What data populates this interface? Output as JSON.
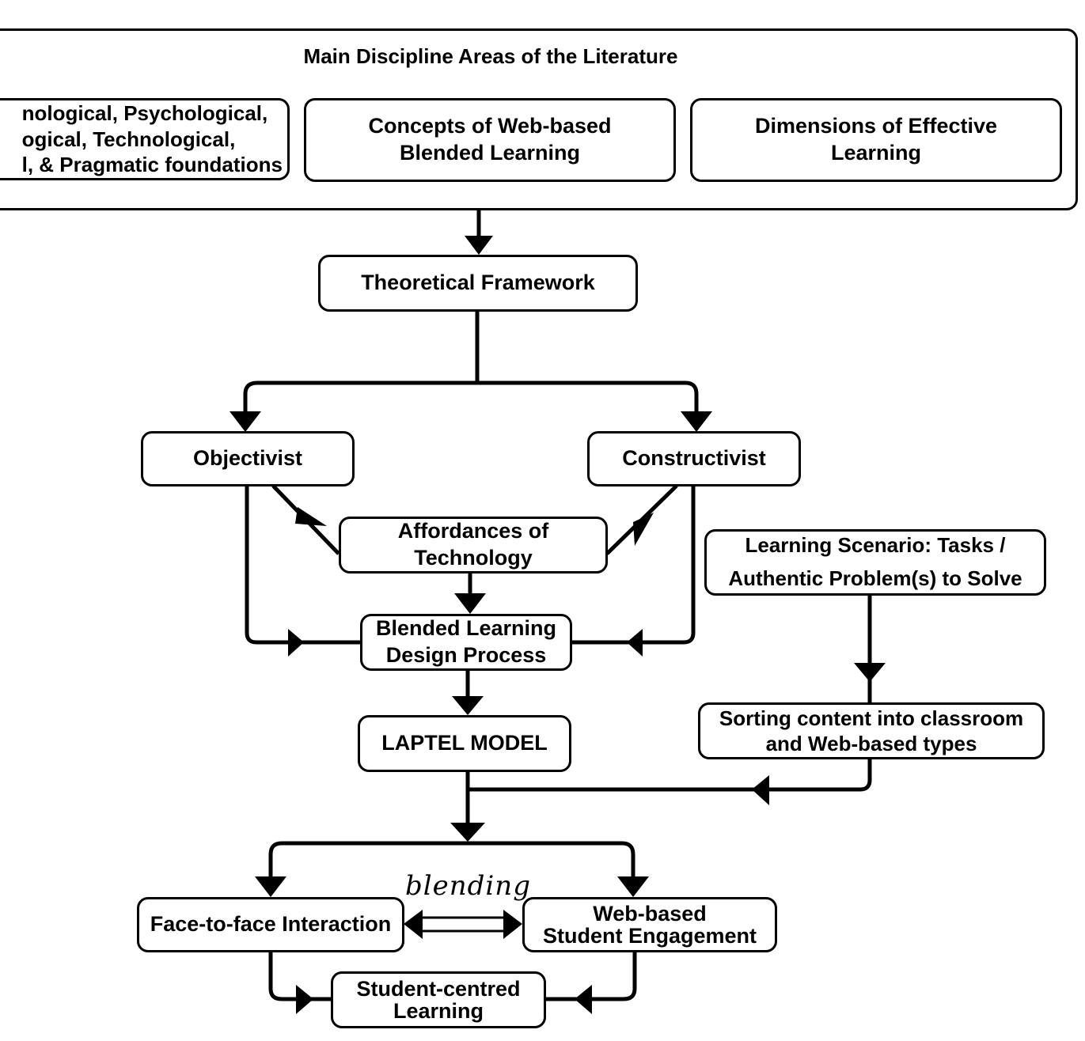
{
  "diagram": {
    "title": "Main Discipline Areas of the Literature",
    "nodes": {
      "foundations": "nological, Psychological,\nogical, Technological,\nl, & Pragmatic foundations",
      "web_blended": "Concepts of  Web-based\nBlended  Learning",
      "effective": "Dimensions of Effective\nLearning",
      "theoretical": "Theoretical Framework",
      "objectivist": "Objectivist",
      "constructivist": "Constructivist",
      "affordances": "Affordances of\nTechnology",
      "scenario": "Learning Scenario: Tasks /\nAuthentic Problem(s) to Solve",
      "design": "Blended Learning\nDesign Process",
      "sorting": "Sorting  content into classroom\nand Web-based types",
      "laptel": "LAPTEL MODEL",
      "f2f": "Face-to-face Interaction",
      "web_engagement": "Web-based\nStudent  Engagement",
      "student_centred": "Student-centred\nLearning"
    },
    "edge_label_blending": "blending"
  }
}
